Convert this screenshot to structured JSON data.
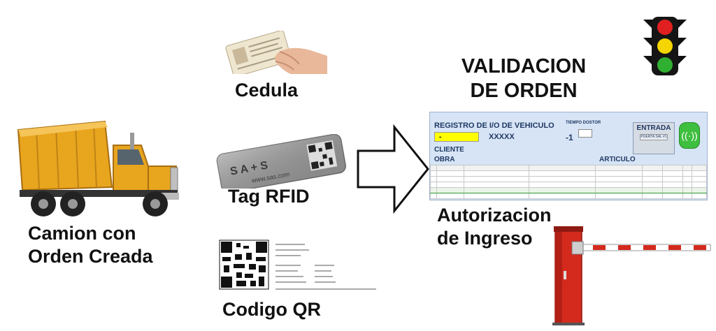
{
  "labels": {
    "truck": [
      "Camion con",
      "Orden Creada"
    ],
    "cedula": "Cedula",
    "rfid": "Tag RFID",
    "qr": "Codigo QR",
    "validacion": [
      "VALIDACION",
      "DE ORDEN"
    ],
    "autorizacion": [
      "Autorizacion",
      "de Ingreso"
    ]
  },
  "rfid_card": {
    "logo": "S A + S",
    "url": "www.sas.com"
  },
  "screen": {
    "title": "REGISTRO DE I/O DE VEHICULO",
    "tiempo_label": "TIEMPO DOSTOR",
    "yellow_value": "-",
    "plate": "XXXXX",
    "tiempo_value": "-1",
    "entrada": "ENTRADA",
    "puerta": "PUERTA SAL #1",
    "cliente": "CLIENTE",
    "obra": "OBRA",
    "articulo": "ARTICULO"
  },
  "colors": {
    "truck_body": "#e8a51e",
    "barrier_red": "#d42a1e",
    "panel_bg": "#d6e4f5",
    "signal_green": "#3fbf3f",
    "highlight_yellow": "#ffff00"
  },
  "icons": [
    "truck-icon",
    "id-card-hand-icon",
    "rfid-card-icon",
    "qr-ticket-icon",
    "traffic-light-icon",
    "arrow-right-icon",
    "barrier-gate-icon",
    "signal-icon"
  ]
}
